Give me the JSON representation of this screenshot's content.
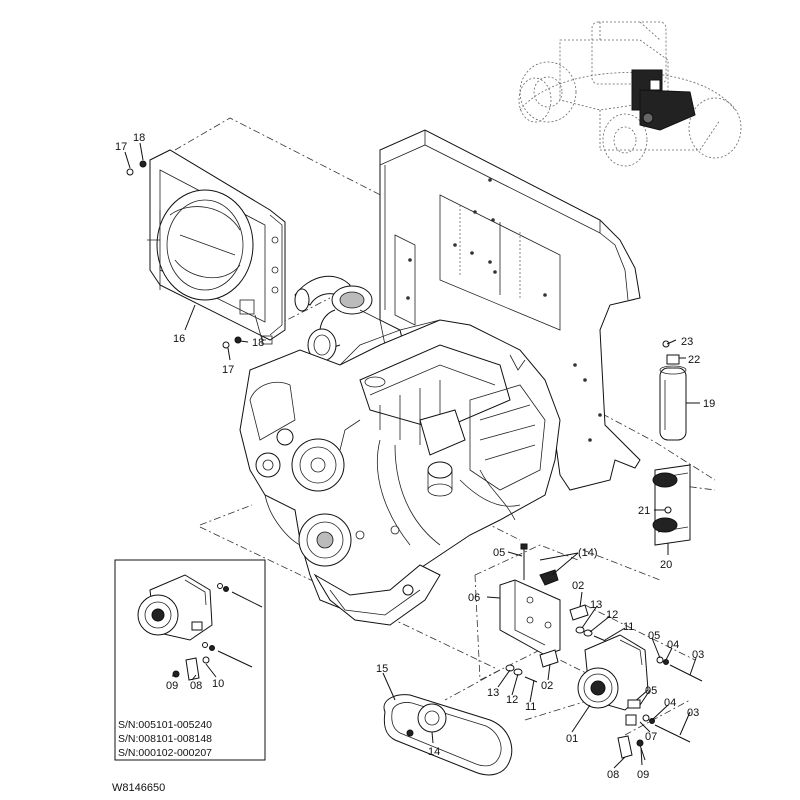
{
  "drawing_code": "W8146650",
  "serial_notes": [
    "S/N:005101-005240",
    "S/N:008101-008148",
    "S/N:000102-000207"
  ],
  "callouts": {
    "c01": "01",
    "c02a": "02",
    "c02b": "02",
    "c03a": "03",
    "c03b": "03",
    "c04a": "04",
    "c04b": "04",
    "c05a": "05",
    "c05b": "05",
    "c05c": "05",
    "c06": "06",
    "c07": "07",
    "c08a": "08",
    "c08b": "08",
    "c09a": "09",
    "c09b": "09",
    "c10": "10",
    "c11a": "11",
    "c11b": "11",
    "c12a": "12",
    "c12b": "12",
    "c13a": "13",
    "c13b": "13",
    "c14a": "14",
    "c14b": "(14)",
    "c15": "15",
    "c16": "16",
    "c17a": "17",
    "c17b": "17",
    "c18a": "18",
    "c18b": "18",
    "c19": "19",
    "c20": "20",
    "c21": "21",
    "c22": "22",
    "c23": "23"
  }
}
